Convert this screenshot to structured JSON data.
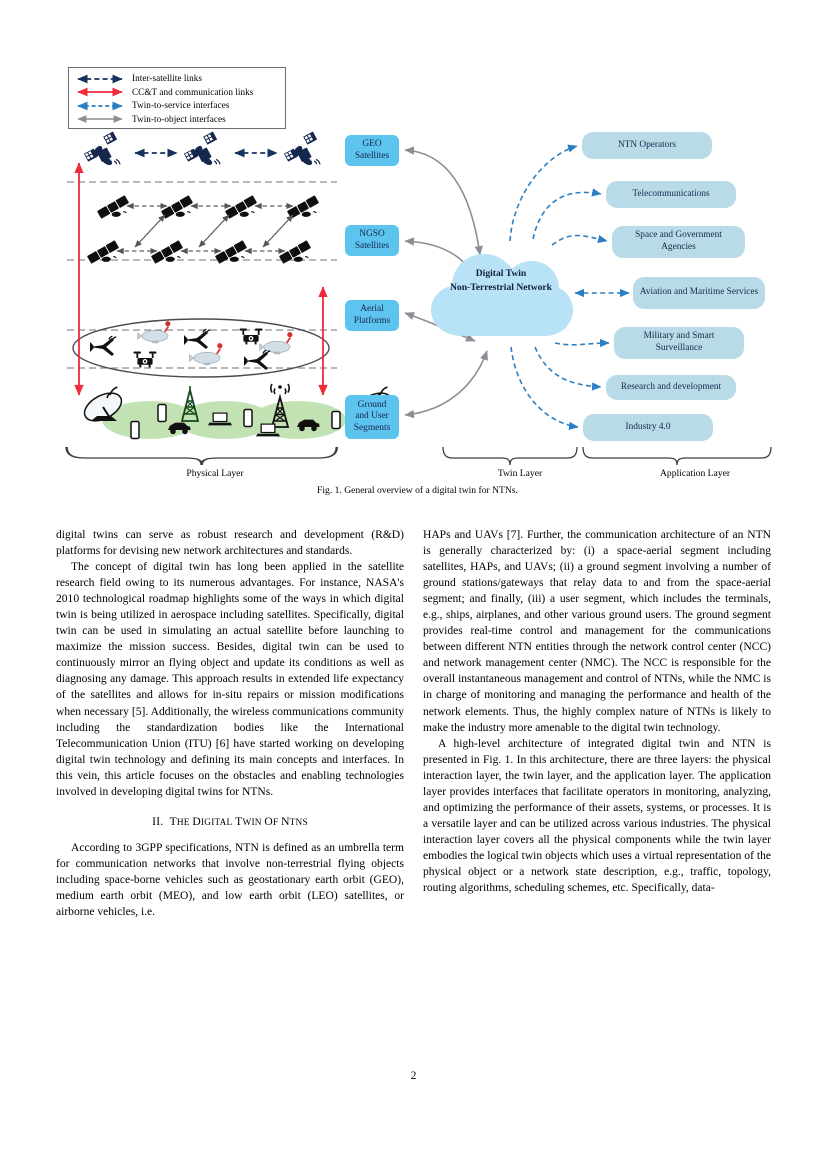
{
  "figure": {
    "legend": [
      {
        "label": "Inter-satellite links",
        "style": "dashed",
        "color": "#17315f",
        "heads": "both",
        "icon": "double-arrow-dashed-navy-icon"
      },
      {
        "label": "CC&T and communication links",
        "style": "solid",
        "color": "#ef2b3c",
        "heads": "both",
        "icon": "double-arrow-solid-red-icon"
      },
      {
        "label": "Twin-to-service interfaces",
        "style": "dashed",
        "color": "#2b7fc4",
        "heads": "both",
        "icon": "double-arrow-dashed-blue-icon"
      },
      {
        "label": "Twin-to-object interfaces",
        "style": "solid",
        "color": "#8d8d95",
        "heads": "both",
        "icon": "double-arrow-solid-gray-icon"
      }
    ],
    "twin_layer_boxes": [
      {
        "id": "geo",
        "label": "GEO\nSatellites"
      },
      {
        "id": "ngso",
        "label": "NGSO\nSatellites"
      },
      {
        "id": "aerial",
        "label": "Aerial\nPlatforms"
      },
      {
        "id": "ground",
        "label": "Ground\nand User\nSegments"
      }
    ],
    "cloud": {
      "line1": "Digital Twin",
      "line2": "Non-Terrestrial Network"
    },
    "application_layer_boxes": [
      "NTN Operators",
      "Telecommunications",
      "Space and Government Agencies",
      "Aviation and Maritime Services",
      "Military and Smart Surveillance",
      "Research and development",
      "Industry 4.0"
    ],
    "layer_labels": {
      "physical": "Physical Layer",
      "twin": "Twin Layer",
      "application": "Application Layer"
    },
    "caption": "Fig. 1.   General overview of a digital twin for NTNs.",
    "colors": {
      "twin_box": "#5cc4ee",
      "app_box": "#b9dbe8",
      "cloud": "#b8e2f5",
      "ground_ellipse": "#c3e2b4",
      "satellite_geo": "#16274e",
      "satellite_ngso": "#111111",
      "inter_satellite_link": "#17315f",
      "cct_link": "#ef2b3c",
      "twin_service_link": "#2b7fc4",
      "twin_object_link": "#8d8d95"
    }
  },
  "body": {
    "left_column": [
      "digital twins can serve as robust research and development (R&D) platforms for devising new network architectures and standards.",
      "The concept of digital twin has long been applied in the satellite research field owing to its numerous advantages. For instance, NASA's 2010 technological roadmap highlights some of the ways in which digital twin is being utilized in aerospace including satellites. Specifically, digital twin can be used in simulating an actual satellite before launching to maximize the mission success. Besides, digital twin can be used to continuously mirror an flying object and update its conditions as well as diagnosing any damage. This approach results in extended life expectancy of the satellites and allows for in-situ repairs or mission modifications when necessary [5]. Additionally, the wireless communications community including the standardization bodies like the International Telecommunication Union (ITU) [6] have started working on developing digital twin technology and defining its main concepts and interfaces. In this vein, this article focuses on the obstacles and enabling technologies involved in developing digital twins for NTNs."
    ],
    "section_heading": {
      "number": "II.",
      "title": "The Digital Twin of NTNs"
    },
    "left_column_after_heading": [
      "According to 3GPP specifications, NTN is defined as an umbrella term for communication networks that involve non-terrestrial flying objects including space-borne vehicles such as geostationary earth orbit (GEO), medium earth orbit (MEO), and low earth orbit (LEO) satellites, or airborne vehicles, i.e."
    ],
    "right_column": [
      "HAPs and UAVs [7]. Further, the communication architecture of an NTN is generally characterized by: (i) a space-aerial segment including satellites, HAPs, and UAVs; (ii) a ground segment involving a number of ground stations/gateways that relay data to and from the space-aerial segment; and finally, (iii) a user segment, which includes the terminals, e.g., ships, airplanes, and other various ground users. The ground segment provides real-time control and management for the communications between different NTN entities through the network control center (NCC) and network management center (NMC). The NCC is responsible for the overall instantaneous management and control of NTNs, while the NMC is in charge of monitoring and managing the performance and health of the network elements. Thus, the highly complex nature of NTNs is likely to make the industry more amenable to the digital twin technology.",
      "A high-level architecture of integrated digital twin and NTN is presented in Fig. 1. In this architecture, there are three layers: the physical interaction layer, the twin layer, and the application layer. The application layer provides interfaces that facilitate operators in monitoring, analyzing, and optimizing the performance of their assets, systems, or processes. It is a versatile layer and can be utilized across various industries. The physical interaction layer covers all the physical components while the twin layer embodies the logical twin objects which uses a virtual representation of the physical object or a network state description, e.g., traffic, topology, routing algorithms, scheduling schemes, etc. Specifically, data-"
    ]
  },
  "page_number": "2"
}
